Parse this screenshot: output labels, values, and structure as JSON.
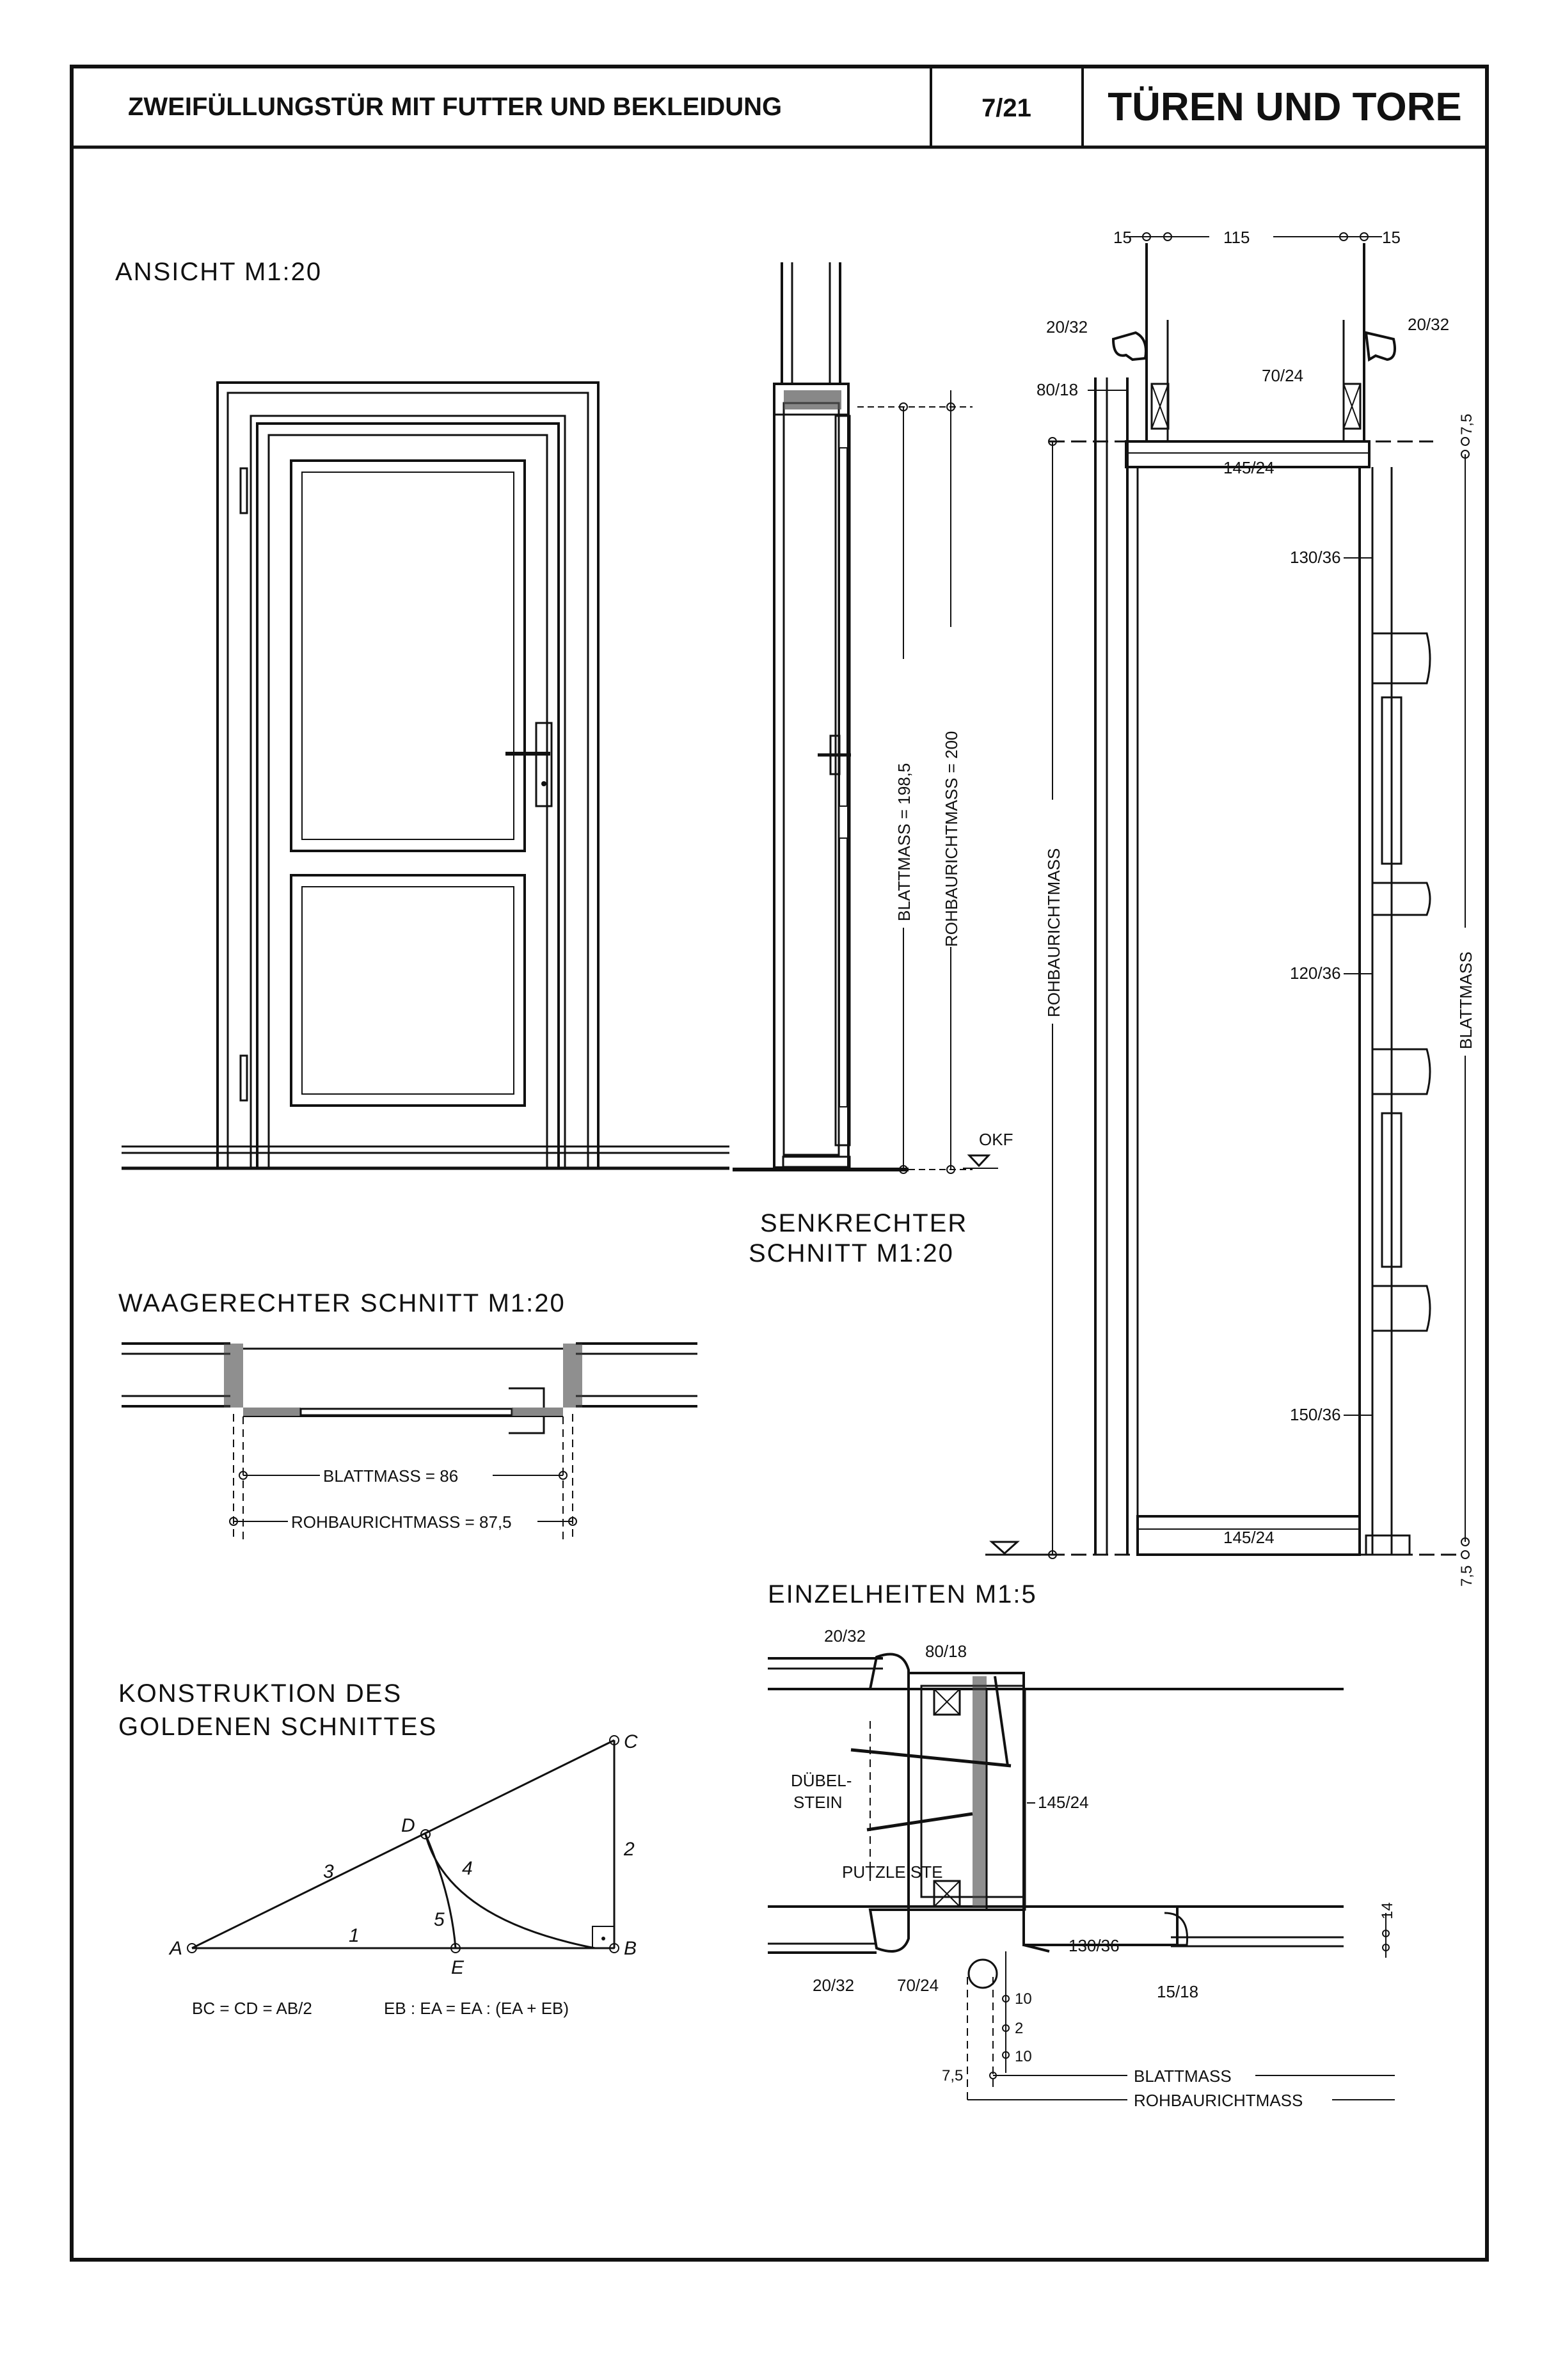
{
  "header": {
    "title": "ZWEIFÜLLUNGSTÜR MIT FUTTER UND BEKLEIDUNG",
    "sheet_number": "7/21",
    "section": "TÜREN UND TORE"
  },
  "views": {
    "elevation": "ANSICHT M1:20",
    "vertical_section_line1": "SENKRECHTER",
    "vertical_section_line2": "SCHNITT M1:20",
    "horizontal_section": "WAAGERECHTER SCHNITT M1:20",
    "details": "EINZELHEITEN M1:5",
    "golden_line1": "KONSTRUKTION DES",
    "golden_line2": "GOLDENEN SCHNITTES"
  },
  "vertical_section": {
    "blattmass": "BLATTMASS = 198,5",
    "rohbau": "ROHBAURICHTMASS = 200",
    "okf": "OKF"
  },
  "horizontal_dims": {
    "blattmass": "BLATTMASS = 86",
    "rohbau": "ROHBAURICHTMASS = 87,5"
  },
  "big_section": {
    "top_dims": [
      "15",
      "115",
      "15"
    ],
    "labels": [
      "20/32",
      "20/32",
      "80/18",
      "70/24",
      "145/24",
      "130/36",
      "120/36",
      "150/36",
      "145/24"
    ],
    "side_rohbau": "ROHBAURICHTMASS",
    "side_blatt": "BLATTMASS",
    "dim_top": "7,5",
    "dim_bottom": "7,5"
  },
  "details": {
    "labels": [
      "20/32",
      "80/18",
      "145/24",
      "DÜBEL-",
      "STEIN",
      "PUTZLEISTE",
      "130/36",
      "20/32",
      "70/24",
      "15/18",
      "14"
    ],
    "small_dims": [
      "10",
      "2",
      "10",
      "7,5"
    ],
    "blattmass": "BLATTMASS",
    "rohbau": "ROHBAURICHTMASS"
  },
  "golden": {
    "points": [
      "A",
      "B",
      "C",
      "D",
      "E"
    ],
    "segments": [
      "1",
      "2",
      "3",
      "4",
      "5"
    ],
    "formula1": "BC = CD = AB/2",
    "formula2": "EB : EA = EA : (EA + EB)"
  }
}
